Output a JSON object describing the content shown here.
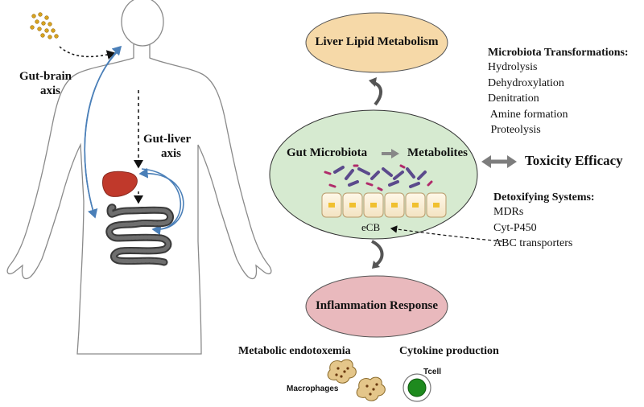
{
  "body_axes": {
    "gut_brain": [
      "Gut-brain",
      "axis"
    ],
    "gut_liver": [
      "Gut-liver",
      "axis"
    ]
  },
  "ellipses": {
    "top": "Liver Lipid  Metabolism",
    "bottom": "Inflammation  Response",
    "center": {
      "microbiota": "Gut Microbiota",
      "metabolites": "Metabolites",
      "ecb": "eCB"
    }
  },
  "toxicity_efficacy": "Toxicity Efficacy",
  "microbiota_transformations": {
    "title": "Microbiota Transformations:",
    "items": [
      "Hydrolysis",
      "Dehydroxylation",
      "Denitration",
      " Amine formation",
      " Proteolysis"
    ]
  },
  "detoxifying_systems": {
    "title": "Detoxifying Systems:",
    "items": [
      "MDRs",
      "Cyt-P450",
      "ABC transporters"
    ]
  },
  "bottom_labels": {
    "endotoxemia": "Metabolic endotoxemia",
    "cytokine": "Cytokine production",
    "macrophages": "Macrophages",
    "tcell": "Tcell"
  },
  "colors": {
    "liver_ellipse_fill": "#f6d9a8",
    "center_ellipse_fill": "#d6ead0",
    "inflammation_ellipse_fill": "#e9b9bd",
    "arrow_blue": "#4a7fb8",
    "liver_organ": "#c0392b",
    "tcell_green": "#1e8a1e",
    "macrophage_fill": "#e4c68a",
    "bacteria_purple": "#5b4a8c",
    "bacteria_magenta": "#b02a6a"
  }
}
